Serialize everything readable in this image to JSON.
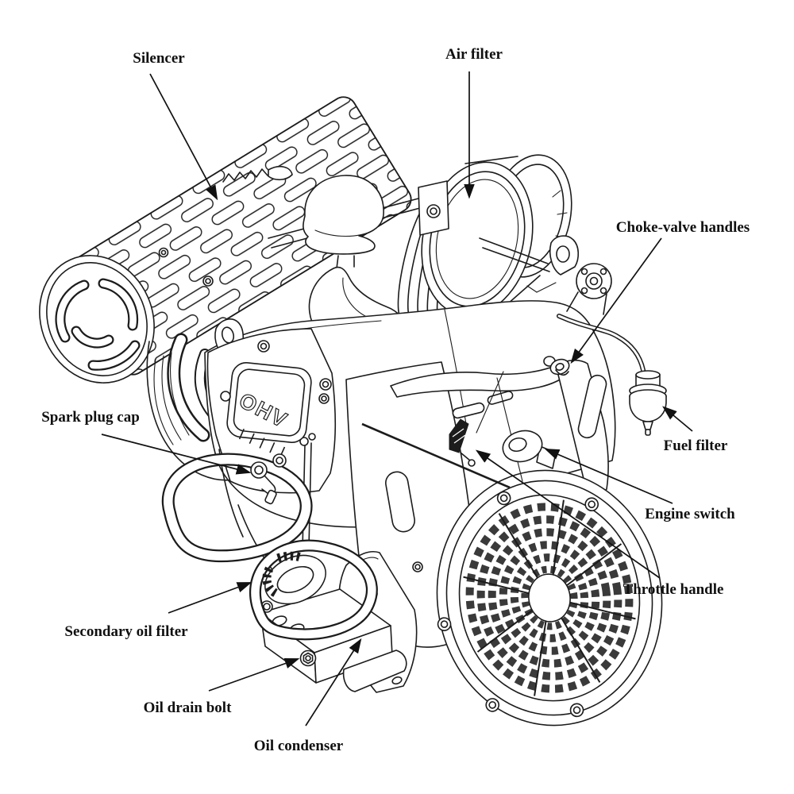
{
  "figure": {
    "type": "engine-parts-diagram",
    "description": "Black-and-white technical line drawing of a horizontal-shaft V-twin engine, three-quarter view, with arrows calling out major components",
    "engine_marking": "OHV",
    "background_color": "#ffffff",
    "line_color": "#1c1c1c",
    "label_color": "#101010"
  },
  "labels": [
    {
      "id": "silencer",
      "text": "Silencer"
    },
    {
      "id": "air-filter",
      "text": "Air filter"
    },
    {
      "id": "choke-valve-handles",
      "text": "Choke-valve handles"
    },
    {
      "id": "fuel-filter",
      "text": "Fuel filter"
    },
    {
      "id": "engine-switch",
      "text": "Engine switch"
    },
    {
      "id": "throttle-handle",
      "text": "Throttle handle"
    },
    {
      "id": "spark-plug-cap",
      "text": "Spark plug cap"
    },
    {
      "id": "secondary-oil-filter",
      "text": "Secondary oil filter"
    },
    {
      "id": "oil-drain-bolt",
      "text": "Oil drain bolt"
    },
    {
      "id": "oil-condenser",
      "text": "Oil condenser"
    }
  ]
}
